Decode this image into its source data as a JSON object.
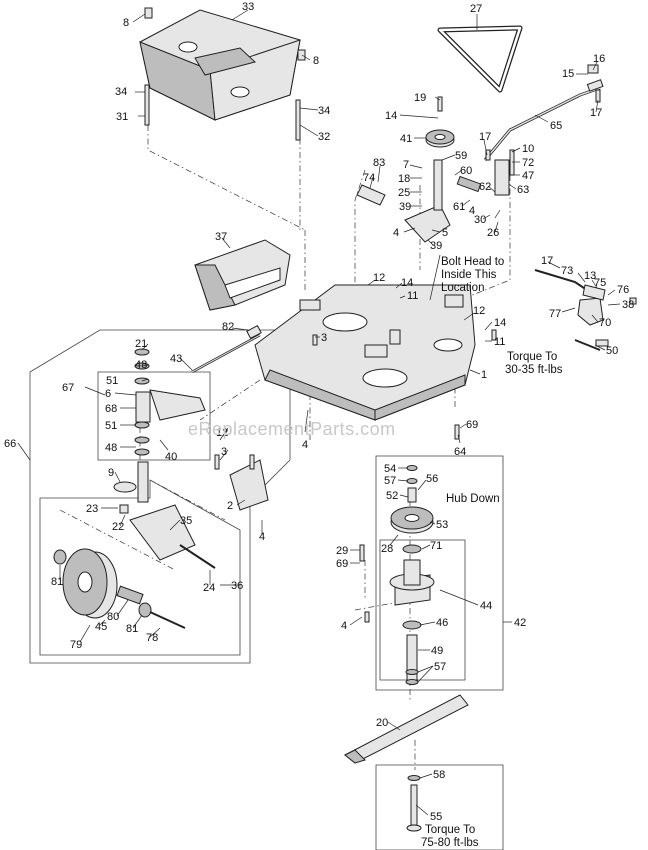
{
  "callouts": {
    "c8a": "8",
    "c33": "33",
    "c27": "27",
    "c8b": "8",
    "c16": "16",
    "c15": "15",
    "c17a": "17",
    "c34a": "34",
    "c19": "19",
    "c14a": "14",
    "c31": "31",
    "c34b": "34",
    "c32": "32",
    "c65": "65",
    "c41": "41",
    "c17b": "17",
    "c10": "10",
    "c59": "59",
    "c72": "72",
    "c83": "83",
    "c7": "7",
    "c60": "60",
    "c47": "47",
    "c74": "74",
    "c18": "18",
    "c25": "25",
    "c62": "62",
    "c63": "63",
    "c39a": "39",
    "c61": "61",
    "c4a": "4",
    "c30": "30",
    "c26": "26",
    "c4b": "4",
    "c5": "5",
    "c39b": "39",
    "c37": "37",
    "c17c": "17",
    "c73": "73",
    "c13": "13",
    "c75": "75",
    "c76": "76",
    "c12a": "12",
    "c14b": "14",
    "c11a": "11",
    "c38": "38",
    "c77": "77",
    "c70": "70",
    "c12b": "12",
    "c14c": "14",
    "c82": "82",
    "c3a": "3",
    "c11b": "11",
    "c21": "21",
    "c50": "50",
    "c48a": "48",
    "c43": "43",
    "c51a": "51",
    "c67": "67",
    "c6": "6",
    "c1": "1",
    "c68": "68",
    "c51b": "51",
    "c4c": "4",
    "c69a": "69",
    "c12c": "12",
    "c48b": "48",
    "c40": "40",
    "c3b": "3",
    "c64": "64",
    "c66": "66",
    "c9": "9",
    "c54": "54",
    "c57a": "57",
    "c56": "56",
    "c52": "52",
    "c2": "2",
    "c23": "23",
    "c35": "35",
    "c4d": "4",
    "c22": "22",
    "c53": "53",
    "c28": "28",
    "c71": "71",
    "c29": "29",
    "c69b": "69",
    "c81a": "81",
    "c24": "24",
    "c36": "36",
    "c44": "44",
    "c42": "42",
    "c80": "80",
    "c4e": "4",
    "c46": "46",
    "c45": "45",
    "c81b": "81",
    "c78": "78",
    "c79": "79",
    "c49": "49",
    "c57b": "57",
    "c20": "20",
    "c58": "58",
    "c55": "55"
  },
  "notes": {
    "bolt_head_1": "Bolt Head to",
    "bolt_head_2": "Inside This",
    "bolt_head_3": "Location",
    "torque_30_1": "Torque To",
    "torque_30_2": "30-35 ft-lbs",
    "hub_down": "Hub Down",
    "torque_75_1": "Torque To",
    "torque_75_2": "75-80 ft-lbs"
  },
  "watermark": "eReplacementParts.com"
}
